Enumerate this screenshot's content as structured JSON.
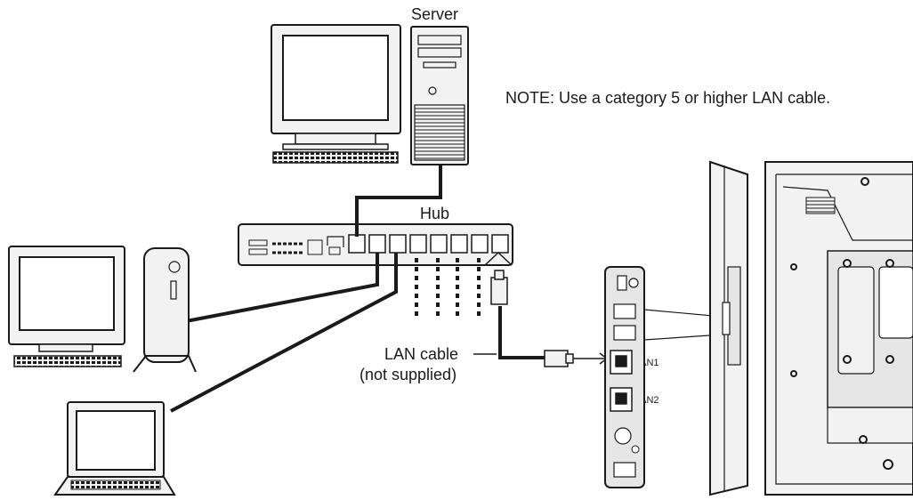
{
  "labels": {
    "server": "Server",
    "hub": "Hub",
    "note": "NOTE: Use a category 5 or higher LAN cable.",
    "lan_cable_line1": "LAN cable",
    "lan_cable_line2": "(not supplied)",
    "lan1": "LAN1",
    "lan2": "LAN2"
  },
  "colors": {
    "line": "#1a1a1a",
    "device_fill": "#f2f2f2",
    "panel_fill": "#e6e6e6",
    "background": "#ffffff"
  }
}
